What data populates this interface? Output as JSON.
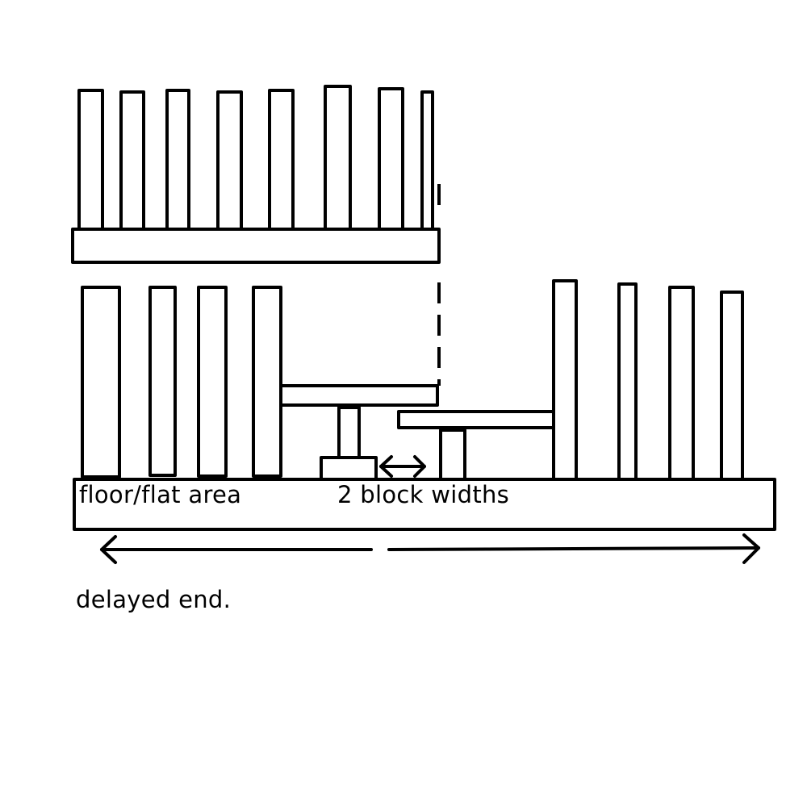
{
  "labels": {
    "floor": "floor/flat area",
    "gap": "2 block widths",
    "bottom": "delayed end."
  },
  "colors": {
    "ink": "#000000",
    "paper": "#ffffff"
  }
}
